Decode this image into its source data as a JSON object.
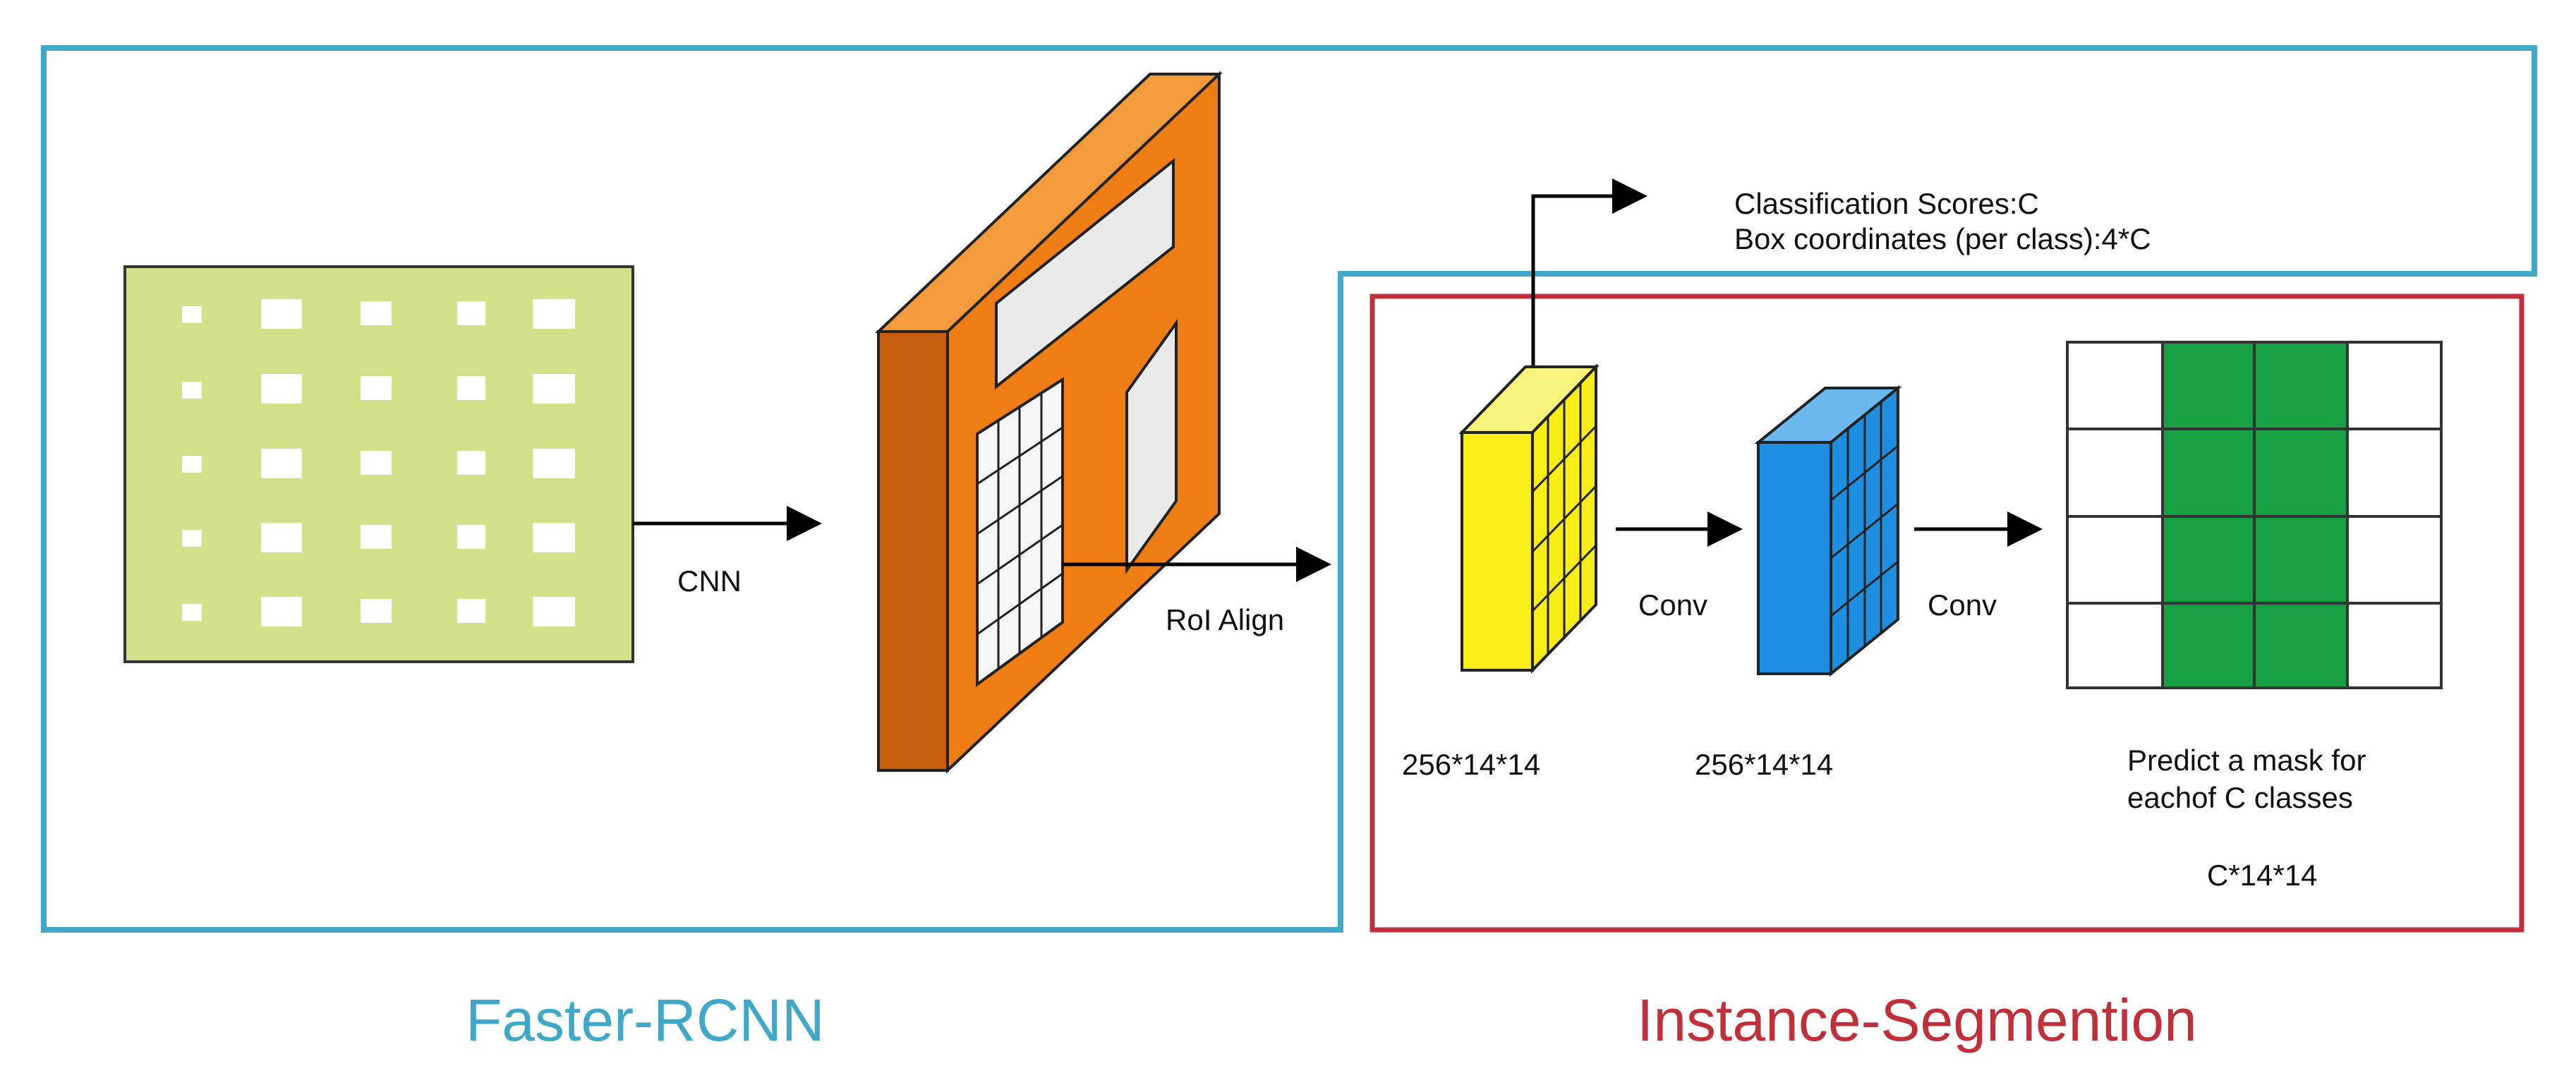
{
  "labels": {
    "cnn": "CNN",
    "roi_align": "RoI Align",
    "classification_scores": "Classification Scores:C",
    "box_coordinates": "Box coordinates (per class):4*C",
    "conv_1": "Conv",
    "conv_2": "Conv",
    "dim_first": "256*14*14",
    "dim_second": "256*14*14",
    "predict_line_1": "Predict a mask for",
    "predict_line_2": "eachof C classes",
    "mask_dim": "C*14*14",
    "faster_rcnn": "Faster-RCNN",
    "instance_segmentation": "Instance-Segmention"
  },
  "colors": {
    "faster_rcnn_frame": "#3fa8c8",
    "instance_frame": "#c0303a",
    "input_image": "#d3e08a",
    "backbone": "#ee7d14",
    "feature_yellow": "#f6ec16",
    "feature_blue": "#1e8fe0",
    "mask_green": "#17a043"
  }
}
